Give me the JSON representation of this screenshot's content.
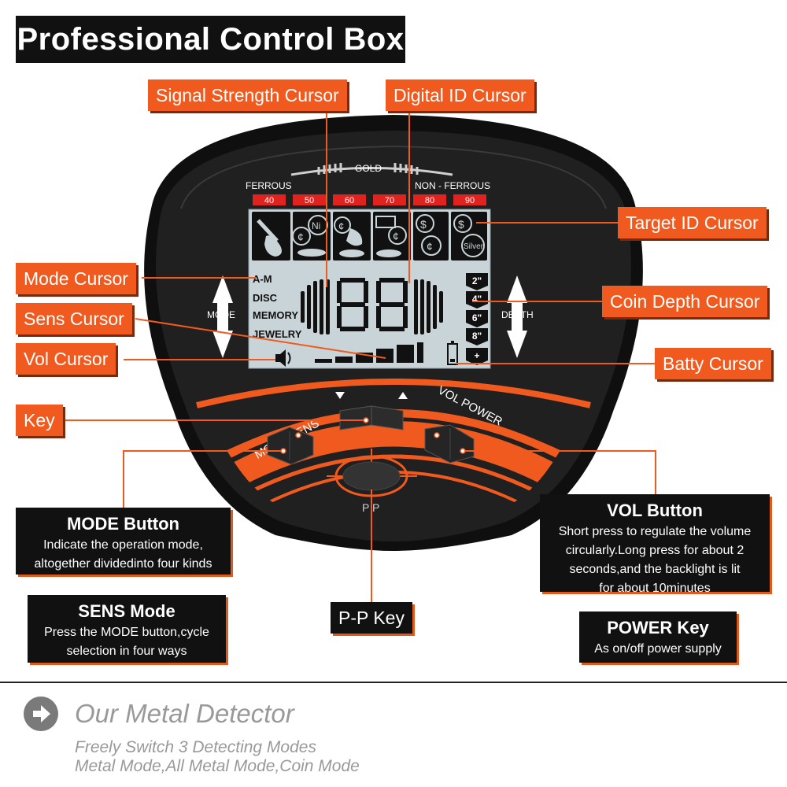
{
  "title": "Professional Control Box",
  "callouts": {
    "signal_strength": "Signal Strength Cursor",
    "digital_id": "Digital ID Cursor",
    "target_id": "Target ID Cursor",
    "mode_cursor": "Mode Cursor",
    "coin_depth": "Coin Depth Cursor",
    "sens_cursor": "Sens Cursor",
    "vol_cursor": "Vol Cursor",
    "batty_cursor": "Batty Cursor",
    "key": "Key",
    "pp_key": "P-P Key"
  },
  "info_boxes": {
    "mode_button": {
      "title": "MODE Button",
      "desc": [
        "Indicate the operation mode,",
        "altogether dividedinto four kinds"
      ]
    },
    "vol_button": {
      "title": "VOL Button",
      "desc": [
        "Short press to regulate the volume",
        "circularly.Long press for about 2",
        "seconds,and the backlight is lit",
        "for about 10minutes"
      ]
    },
    "sens_mode": {
      "title": "SENS Mode",
      "desc": [
        "Press the MODE button,cycle",
        "selection in four ways"
      ]
    },
    "power_key": {
      "title": "POWER Key",
      "desc": [
        "As on/off power supply"
      ]
    }
  },
  "device": {
    "gold_label": "GOLD",
    "ferrous_label": "FERROUS",
    "non_ferrous_label": "NON - FERROUS",
    "scale": [
      "40",
      "50",
      "60",
      "70",
      "80",
      "90"
    ],
    "modes": [
      "A-M",
      "DISC",
      "MEMORY",
      "JEWELRY"
    ],
    "depths": [
      "2\"",
      "4\"",
      "6\"",
      "8\"",
      "+"
    ],
    "mode_side": "MODE",
    "depth_side": "DEPTH",
    "silver_label": "Silver",
    "ni_label": "Ni",
    "pp_label": "P P",
    "arc_left": "MODE  SENS",
    "arc_right": "VOL  POWER",
    "colors": {
      "accent": "#f05a1e",
      "body": "#1c1c1c",
      "lcd": "#c9d4d8"
    }
  },
  "footer": {
    "title": "Our Metal Detector",
    "line1": "Freely Switch 3 Detecting Modes",
    "line2": "Metal Mode,All Metal Mode,Coin Mode"
  }
}
